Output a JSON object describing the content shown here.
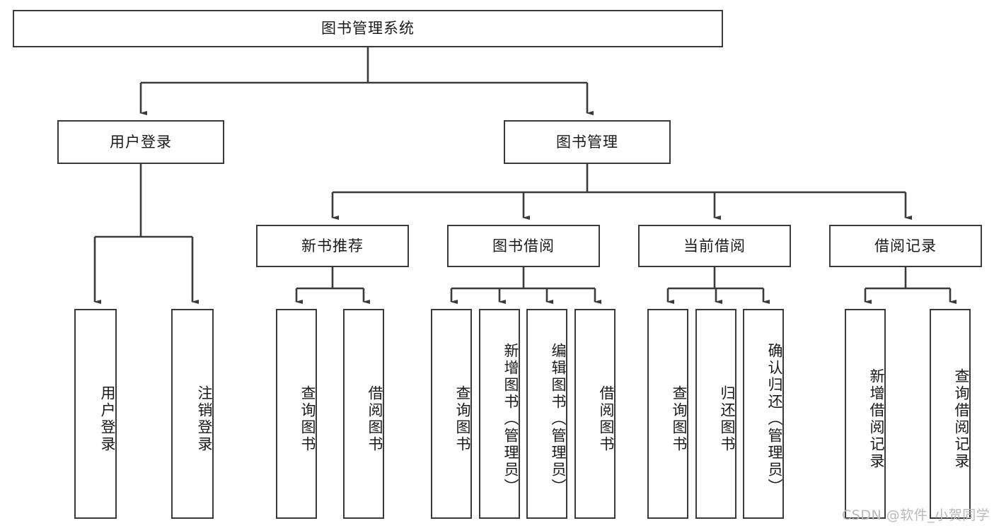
{
  "diagram": {
    "title_node": {
      "label": "图书管理系统"
    },
    "level2": [
      {
        "label": "用户登录"
      },
      {
        "label": "图书管理"
      }
    ],
    "level3": [
      {
        "label": "新书推荐"
      },
      {
        "label": "图书借阅"
      },
      {
        "label": "当前借阅"
      },
      {
        "label": "借阅记录"
      }
    ],
    "leaves": {
      "user_login": [
        {
          "label": "用户登录"
        },
        {
          "label": "注销登录"
        }
      ],
      "new_book_recommend": [
        {
          "label": "查询图书"
        },
        {
          "label": "借阅图书"
        }
      ],
      "book_borrow": [
        {
          "label": "查询图书"
        },
        {
          "label": "新增图书（管理员）"
        },
        {
          "label": "编辑图书（管理员）"
        },
        {
          "label": "借阅图书"
        }
      ],
      "current_borrow": [
        {
          "label": "查询图书"
        },
        {
          "label": "归还图书"
        },
        {
          "label": "确认归还（管理员）"
        }
      ],
      "borrow_record": [
        {
          "label": "新增借阅记录"
        },
        {
          "label": "查询借阅记录"
        }
      ]
    }
  },
  "watermark": {
    "text": "CSDN @软件_小贺同学"
  },
  "colors": {
    "stroke": "#3a3a3a",
    "background": "#ffffff",
    "text": "#1a1a1a",
    "watermark": "#b9b9b9"
  }
}
